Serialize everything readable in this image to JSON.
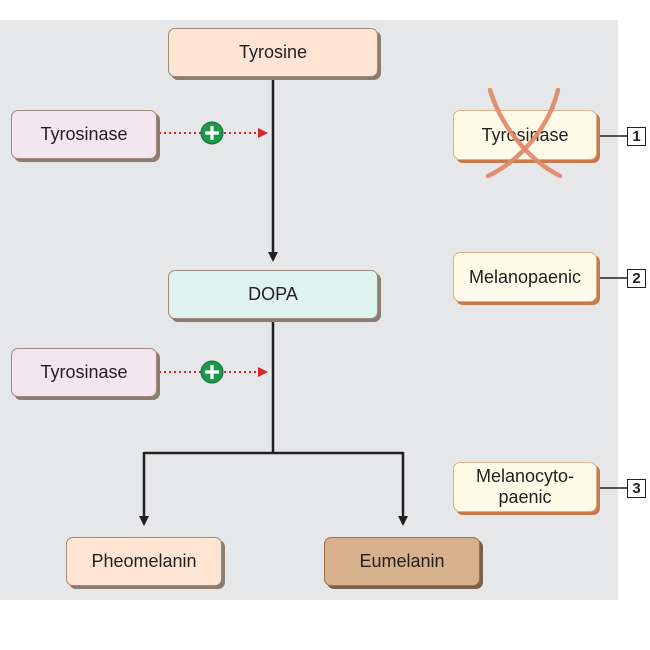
{
  "pathway": {
    "substrate": "Tyrosine",
    "intermediate": "DOPA",
    "enzyme_labels": [
      "Tyrosinase",
      "Tyrosinase"
    ],
    "products": [
      "Pheomelanin",
      "Eumelanin"
    ]
  },
  "side_panel": [
    {
      "number": "1",
      "label": "Tyrosinase",
      "crossed_out": true
    },
    {
      "number": "2",
      "label": "Melanopaenic"
    },
    {
      "number": "3",
      "label": "Melanocyto-\npaenic"
    }
  ],
  "colors": {
    "arrow": "#231f20",
    "activation_arrow": "#d7262b",
    "plus_circle": "#1a9b4b",
    "cross": "#e2876a",
    "panel_background": "#e6e7e8"
  },
  "icons": {
    "activation": "plus-circle-icon",
    "cross": "cross-out-icon"
  }
}
